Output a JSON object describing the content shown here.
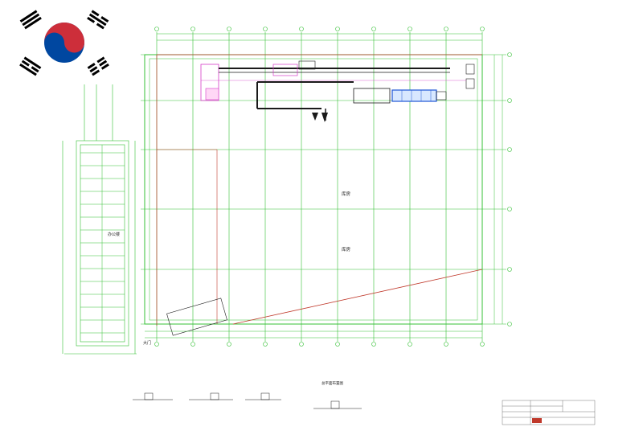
{
  "flag": {
    "icon": "south-korea-flag-icon",
    "colors": {
      "red": "#cd2e3a",
      "blue": "#0047a0",
      "black": "#000000"
    }
  },
  "labels": {
    "warehouse_top": "库房",
    "warehouse_bottom": "库房",
    "office": "办公楼",
    "gate": "大门",
    "drawing_title": "总平面布置图"
  },
  "colors": {
    "grid": "#35c035",
    "equipment": "#1a1a1a",
    "boundary": "#c0392b",
    "accent_magenta": "#d63ac8",
    "accent_blue": "#1f56d6"
  }
}
